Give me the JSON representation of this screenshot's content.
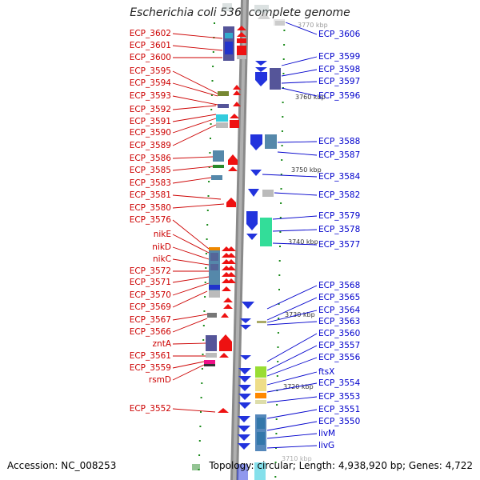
{
  "title": "Escherichia coli 536, complete genome",
  "accession_text": "Accession: NC_008253",
  "topology_text": "Topology: circular; Length: 4,938,920 bp; Genes: 4,722",
  "colors": {
    "left_labels": "#cc0000",
    "right_labels": "#0000cc",
    "backbone": "#888888",
    "ticks": "#1a8a1a"
  },
  "scale_labels": [
    "3770 kbp",
    "3760 kbp",
    "3750 kbp",
    "3740 kbp",
    "3730 kbp",
    "3720 kbp",
    "3710 kbp"
  ],
  "left_genes": [
    "ECP_3602",
    "ECP_3601",
    "ECP_3600",
    "ECP_3595",
    "ECP_3594",
    "ECP_3593",
    "ECP_3592",
    "ECP_3591",
    "ECP_3590",
    "ECP_3589",
    "ECP_3586",
    "ECP_3585",
    "ECP_3583",
    "ECP_3581",
    "ECP_3580",
    "ECP_3576",
    "nikE",
    "nikD",
    "nikC",
    "ECP_3572",
    "ECP_3571",
    "ECP_3570",
    "ECP_3569",
    "ECP_3567",
    "ECP_3566",
    "zntA",
    "ECP_3561",
    "ECP_3559",
    "rsmD",
    "ECP_3552"
  ],
  "right_genes": [
    "ECP_3606",
    "ECP_3599",
    "ECP_3598",
    "ECP_3597",
    "ECP_3596",
    "ECP_3588",
    "ECP_3587",
    "ECP_3584",
    "ECP_3582",
    "ECP_3579",
    "ECP_3578",
    "ECP_3577",
    "ECP_3568",
    "ECP_3565",
    "ECP_3564",
    "ECP_3563",
    "ECP_3560",
    "ECP_3557",
    "ECP_3556",
    "ftsX",
    "ECP_3554",
    "ECP_3553",
    "ECP_3551",
    "ECP_3550",
    "livM",
    "livG"
  ]
}
